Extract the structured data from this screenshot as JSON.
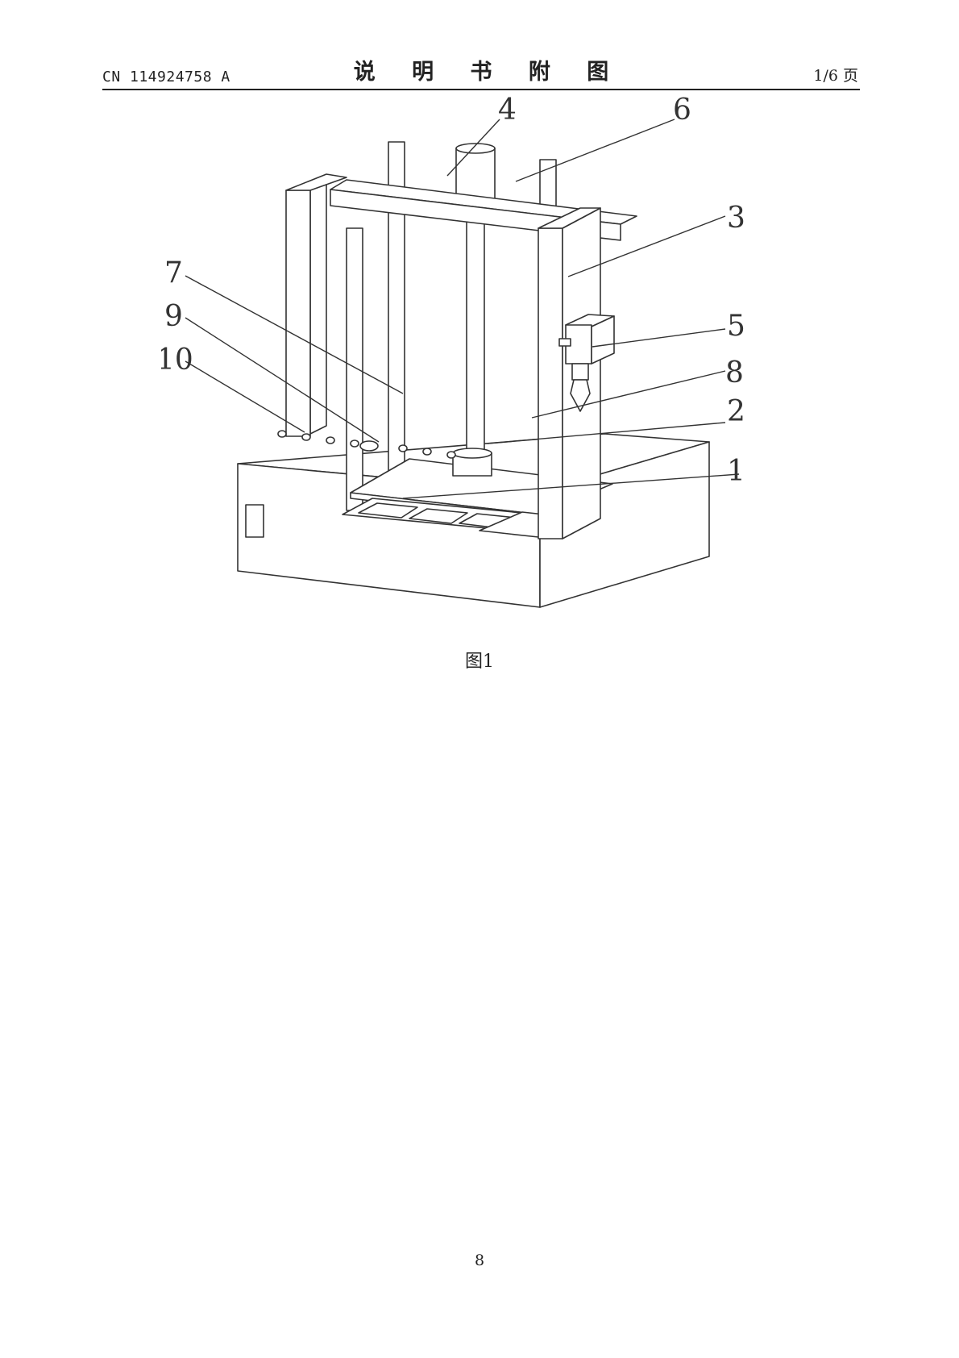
{
  "header": {
    "pub_number": "CN 114924758 A",
    "title": "说 明 书 附 图",
    "page_count": "1/6 页"
  },
  "figure": {
    "caption": "图1",
    "callouts": [
      "1",
      "2",
      "3",
      "4",
      "5",
      "6",
      "7",
      "8",
      "9",
      "10"
    ]
  },
  "footer": {
    "page_number": "8"
  }
}
